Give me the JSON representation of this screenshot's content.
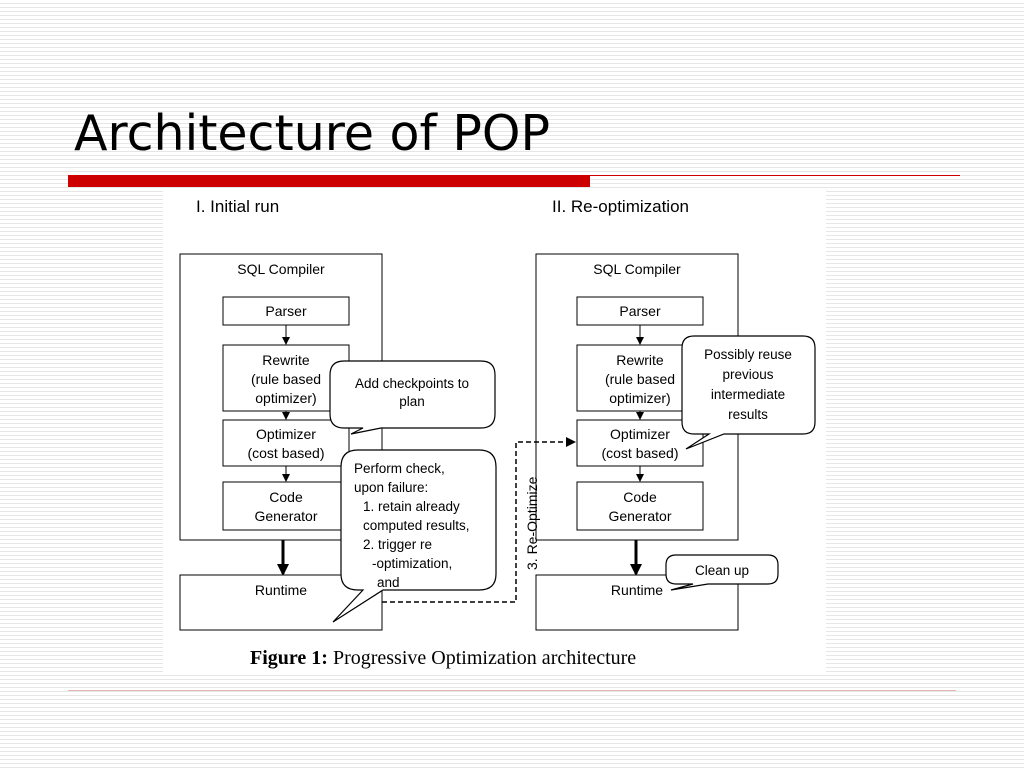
{
  "slide": {
    "title": "Architecture of POP"
  },
  "diagram": {
    "initial": {
      "heading": "I. Initial run",
      "compiler": "SQL Compiler",
      "parser": "Parser",
      "rewrite": [
        "Rewrite",
        "(rule based",
        "optimizer)"
      ],
      "optimizer": [
        "Optimizer",
        "(cost based)"
      ],
      "codegen": [
        "Code",
        "Generator"
      ],
      "runtime": "Runtime"
    },
    "reopt": {
      "heading": "II. Re-optimization",
      "compiler": "SQL Compiler",
      "parser": "Parser",
      "rewrite": [
        "Rewrite",
        "(rule based",
        "optimizer)"
      ],
      "optimizer": [
        "Optimizer",
        "(cost based)"
      ],
      "codegen": [
        "Code",
        "Generator"
      ],
      "runtime": "Runtime"
    },
    "callouts": {
      "checkpoints": [
        "Add checkpoints to",
        "plan"
      ],
      "check": [
        "Perform check,",
        "upon failure:",
        "1. retain already",
        "computed results,",
        "2. trigger re",
        "-optimization,",
        "and"
      ],
      "reuse": [
        "Possibly reuse",
        "previous",
        "intermediate",
        "results"
      ],
      "cleanup": "Clean up"
    },
    "reoptimize_label": "3. Re-Optimize",
    "caption": {
      "label": "Figure 1:",
      "text": " Progressive Optimization architecture"
    }
  }
}
